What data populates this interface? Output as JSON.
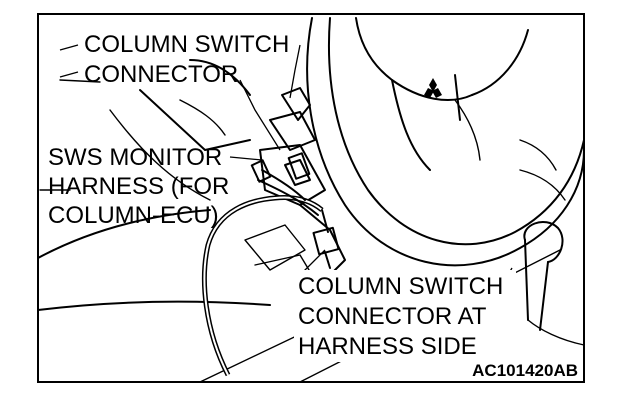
{
  "labels": {
    "column_switch_connector": [
      "COLUMN SWITCH",
      "CONNECTOR"
    ],
    "sws_monitor_harness": [
      "SWS MONITOR",
      "HARNESS (FOR",
      "COLUMN-ECU)"
    ],
    "harness_side_connector": [
      "COLUMN SWITCH",
      "CONNECTOR AT",
      "HARNESS SIDE"
    ]
  },
  "figure_id": "AC101420AB",
  "colors": {
    "ink": "#000000",
    "paper": "#ffffff"
  }
}
